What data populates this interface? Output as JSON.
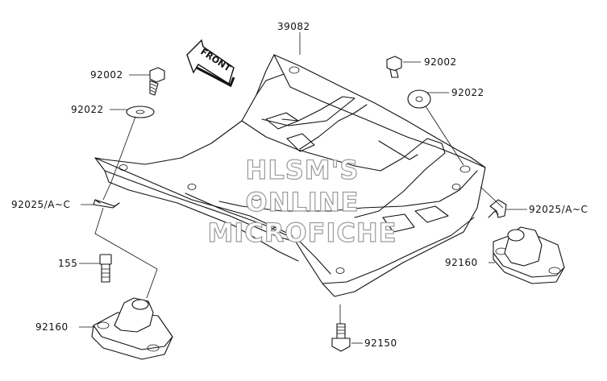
{
  "labels": {
    "frame": "39082",
    "bolt_left": "92002",
    "bolt_right": "92002",
    "washer_left": "92022",
    "washer_right": "92022",
    "pin_left": "92025/A~C",
    "pin_right": "92025/A~C",
    "stud": "155",
    "mount_left": "92160",
    "mount_right": "92160",
    "bolt_bottom": "92150"
  },
  "front_arrow": "FRONT",
  "watermark": [
    "HLSM'S",
    "ONLINE",
    "MICROFICHE"
  ]
}
